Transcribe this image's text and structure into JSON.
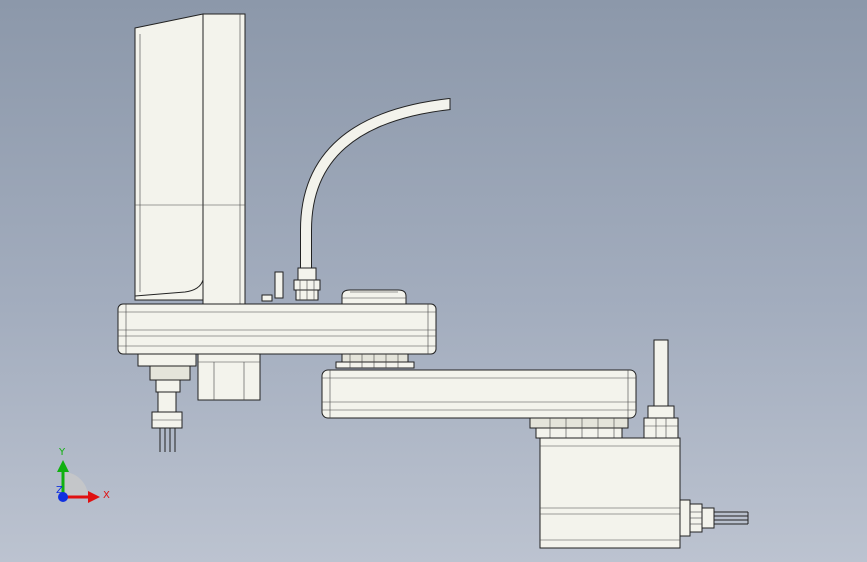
{
  "triad": {
    "y_label": "Y",
    "x_label": "X",
    "z_label": "Z",
    "colors": {
      "x": "#e01010",
      "y": "#10b010",
      "z": "#1030e0"
    }
  },
  "background": {
    "top": "#8c98aa",
    "bottom": "#bcc3d0"
  }
}
